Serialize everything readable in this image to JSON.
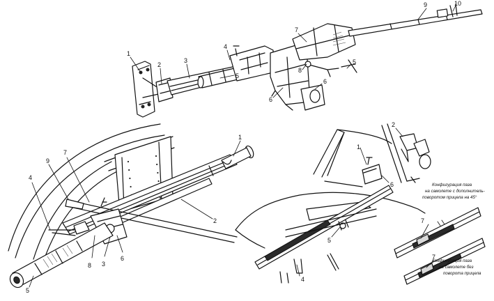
{
  "callouts": {
    "top": [
      "1",
      "2",
      "3",
      "4",
      "5",
      "6",
      "6",
      "7",
      "8",
      "9",
      "10",
      "5"
    ],
    "left": [
      "1",
      "2",
      "3",
      "4",
      "5",
      "6",
      "7",
      "8",
      "9"
    ],
    "right": [
      "2",
      "5",
      "4",
      "1",
      "6",
      "7",
      "7"
    ]
  },
  "captions": {
    "with_turn_line1": "Конфигурация паза",
    "with_turn_line2": "на самолете с дополнитель-",
    "with_turn_line3": "поворотом прицела на 45°",
    "without_turn_line1": "Конфигурация паза",
    "without_turn_line2": "на самолете без",
    "without_turn_line3": "поворота прицела"
  }
}
